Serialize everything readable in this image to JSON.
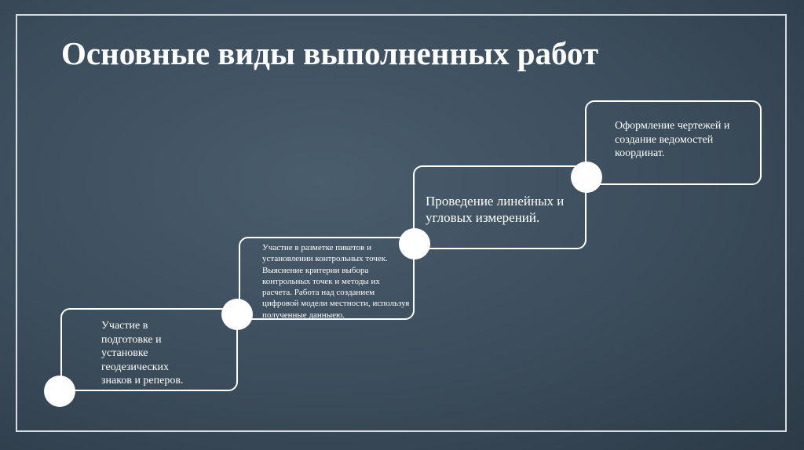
{
  "title": "Основные виды выполненных работ",
  "steps": [
    {
      "text": "Участие в подготовке и установке геодезических знаков и реперов."
    },
    {
      "text": "Участие в разметке пикетов и установлении контрольных точек. Выяснение критерии выбора контрольных точек и методы их расчета. Работа над созданием цифровой модели местности, используя полученные данныею."
    },
    {
      "text": "Проведение линейных и угловых измерений."
    },
    {
      "text": "Оформление чертежей и создание ведомостей координат."
    }
  ]
}
